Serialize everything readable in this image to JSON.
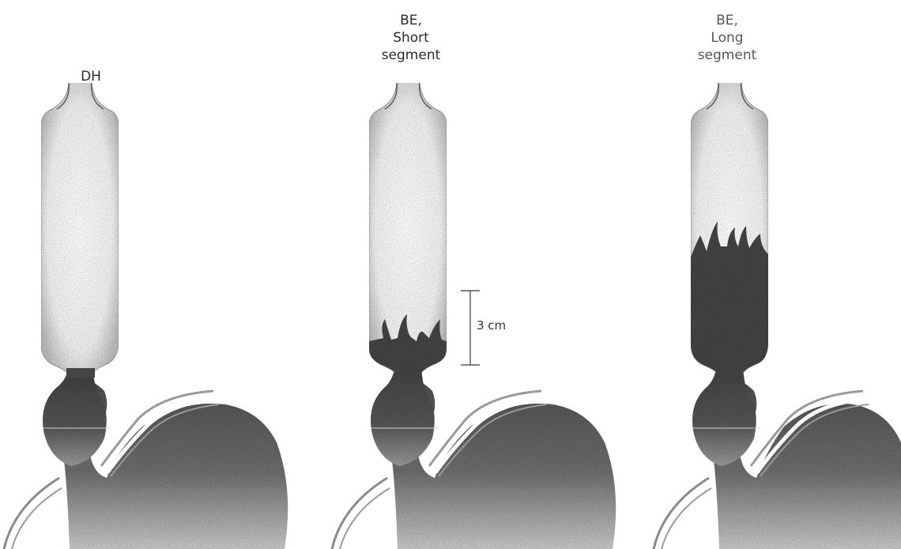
{
  "panels": [
    {
      "label_lines": [
        "DH"
      ]
    },
    {
      "label_lines": [
        "BE,",
        "Short",
        "segment"
      ]
    },
    {
      "label_lines": [
        "BE,",
        "Long",
        "segment"
      ]
    }
  ],
  "scale_bar": {
    "label": "3 cm"
  },
  "colors": {
    "mucosa_light": "#eeeeee",
    "mucosa_dark": "#4a4a4a",
    "outline": "#555555",
    "background": "#ffffff"
  }
}
